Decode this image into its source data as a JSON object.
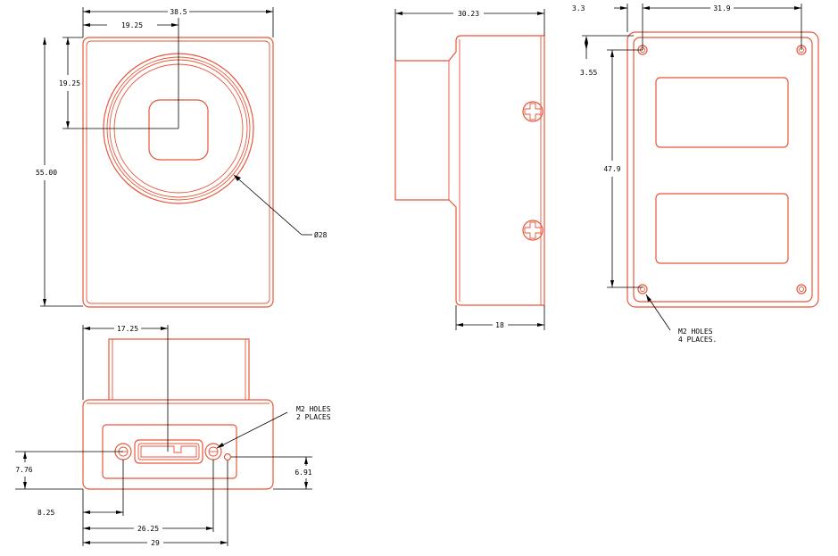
{
  "dimensions": {
    "front_width": "38.5",
    "front_half_width": "19.25",
    "front_half_height": "19.25",
    "front_height": "55.00",
    "lens_diameter": "Ø28",
    "side_depth": "30.23",
    "side_body_depth": "18",
    "back_edge_offset": "3.3",
    "back_hole_spacing_x": "31.9",
    "back_edge_offset_y": "3.55",
    "back_hole_spacing_y": "47.9",
    "bottom_connector_offset": "17.25",
    "bottom_height_1": "7.76",
    "bottom_height_2": "6.91",
    "bottom_hole_1": "8.25",
    "bottom_hole_2": "26.25",
    "bottom_overall": "29"
  },
  "notes": {
    "back_holes_line1": "M2 HOLES",
    "back_holes_line2": "4 PLACES.",
    "bottom_holes_line1": "M2 HOLES",
    "bottom_holes_line2": "2 PLACES"
  },
  "colors": {
    "part_outline": "#e8563a",
    "dimension_lines": "#000000"
  }
}
